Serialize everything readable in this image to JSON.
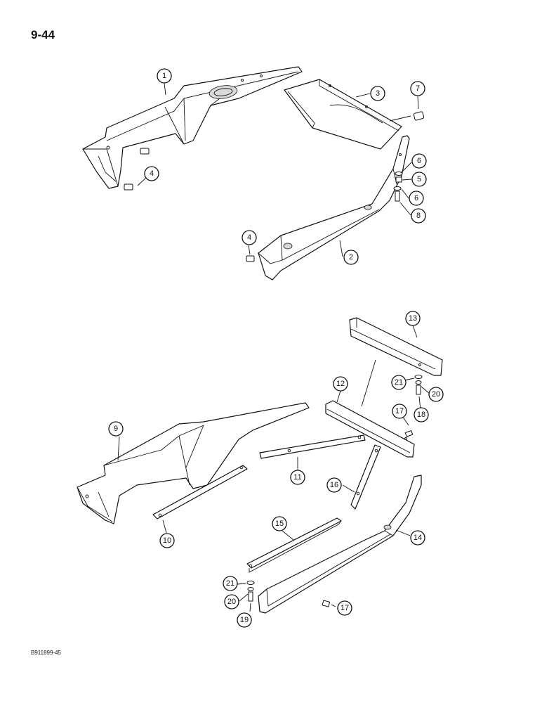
{
  "page": {
    "number": "9-44",
    "code": "B911899-45"
  },
  "callouts": [
    {
      "id": "c1",
      "label": "1"
    },
    {
      "id": "c2",
      "label": "2"
    },
    {
      "id": "c3",
      "label": "3"
    },
    {
      "id": "c4a",
      "label": "4"
    },
    {
      "id": "c4b",
      "label": "4"
    },
    {
      "id": "c5",
      "label": "5"
    },
    {
      "id": "c6a",
      "label": "6"
    },
    {
      "id": "c6b",
      "label": "6"
    },
    {
      "id": "c7",
      "label": "7"
    },
    {
      "id": "c8",
      "label": "8"
    },
    {
      "id": "c9",
      "label": "9"
    },
    {
      "id": "c10",
      "label": "10"
    },
    {
      "id": "c11",
      "label": "11"
    },
    {
      "id": "c12",
      "label": "12"
    },
    {
      "id": "c13",
      "label": "13"
    },
    {
      "id": "c14",
      "label": "14"
    },
    {
      "id": "c15",
      "label": "15"
    },
    {
      "id": "c16",
      "label": "16"
    },
    {
      "id": "c17a",
      "label": "17"
    },
    {
      "id": "c17b",
      "label": "17"
    },
    {
      "id": "c18",
      "label": "18"
    },
    {
      "id": "c19",
      "label": "19"
    },
    {
      "id": "c20a",
      "label": "20"
    },
    {
      "id": "c20b",
      "label": "20"
    },
    {
      "id": "c21a",
      "label": "21"
    },
    {
      "id": "c21b",
      "label": "21"
    }
  ]
}
